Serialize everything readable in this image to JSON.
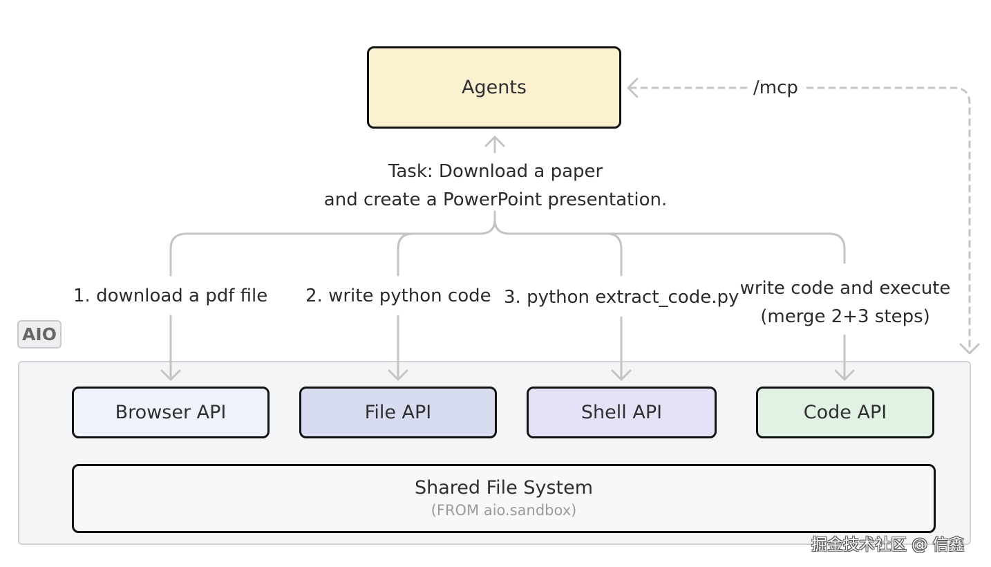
{
  "agents": {
    "label": "Agents"
  },
  "task": {
    "line1": "Task: Download a paper",
    "line2": "and create a PowerPoint presentation."
  },
  "mcp": {
    "label": "/mcp"
  },
  "steps": [
    {
      "label": "1. download a pdf file"
    },
    {
      "label": "2. write python code"
    },
    {
      "label": "3. python extract_code.py"
    },
    {
      "line1": "write code and execute",
      "line2": "(merge 2+3 steps)"
    }
  ],
  "aio": {
    "label": "AIO"
  },
  "apis": [
    {
      "label": "Browser API"
    },
    {
      "label": "File API"
    },
    {
      "label": "Shell API"
    },
    {
      "label": "Code API"
    }
  ],
  "file_system": {
    "title": "Shared File System",
    "subtitle": "(FROM aio.sandbox)"
  },
  "watermark": "掘金技术社区 @ 信鑫",
  "colors": {
    "agents_fill": "#fbf0cf",
    "browser_fill": "#eef2fb",
    "file_fill": "#d7dcf0",
    "shell_fill": "#e6e1f6",
    "code_fill": "#e1f1e3",
    "connector": "#c4c4c4",
    "aio_frame": "#f4f5f6"
  }
}
